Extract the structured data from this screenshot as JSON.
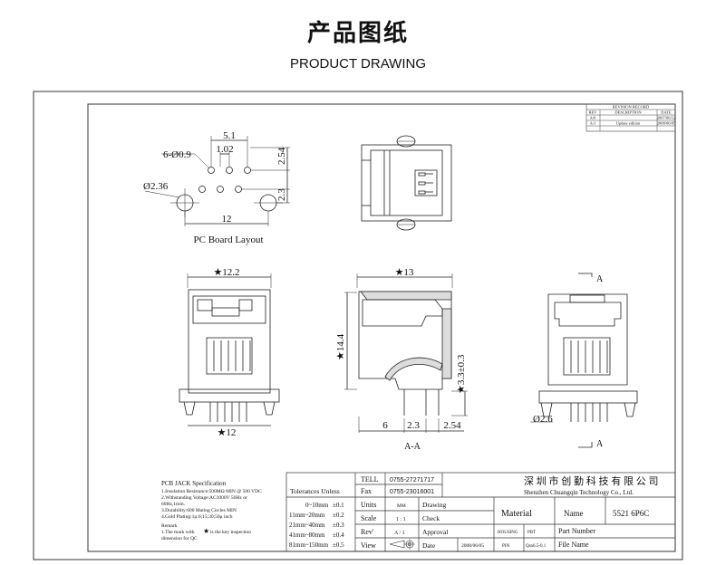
{
  "header": {
    "title_cn": "产品图纸",
    "title_en": "PRODUCT DRAWING"
  },
  "revision": {
    "title": "REVISION RECORD",
    "headers": [
      "REV",
      "DESCRIPTION",
      "DATE"
    ],
    "rows": [
      [
        "A/0",
        "",
        "2007/06/12"
      ],
      [
        "A/1",
        "Update edition",
        "2008/06/05"
      ]
    ]
  },
  "pcb_layout": {
    "dims": {
      "d_51": "5.1",
      "d_102": "1.02",
      "d_holes": "6-Ø0.9",
      "d_254": "2.54",
      "d_236": "Ø2.36",
      "d_23": "2.3",
      "d_12": "12"
    },
    "caption": "PC Board Layout"
  },
  "front_view": {
    "dim_top": "★12.2",
    "dim_bottom": "★12"
  },
  "section_view": {
    "dim_top": "★13",
    "dim_height": "★14.4",
    "dim_side": "★3.3±0.3",
    "dim_6": "6",
    "dim_23": "2.3",
    "dim_254": "2.54",
    "section_label": "A-A"
  },
  "side_view": {
    "marker_a": "A",
    "dim_26": "Ø2.6"
  },
  "spec": {
    "title": "PCB JACK Specification",
    "lines": [
      "1.Insulation Resistance:500MΩ MIN @ 500 VDC",
      "2.Withstanding Voltage:AC1000V 50Hz or",
      "  60Hz,1min.",
      "3.Durability:600 Mating Circles MIN",
      "4.Gold Plating:1μ;6;15;30;50μ inch"
    ],
    "remark_title": "Remark",
    "remark_line1_a": "1.The mark with",
    "remark_star": "★",
    "remark_line1_b": "is the key inspection",
    "remark_line2": "dimension for QC"
  },
  "title_block": {
    "tolerances_label": "Tolerances Unless",
    "tolerances": [
      [
        "0~10mm",
        "±0.1"
      ],
      [
        "11mm~20mm",
        "±0.2"
      ],
      [
        "21mm~40mm",
        "±0.3"
      ],
      [
        "41mm~80mm",
        "±0.4"
      ],
      [
        "81mm~150mm",
        "±0.5"
      ]
    ],
    "tell_label": "TELL",
    "tell_value": "0755-27271717",
    "fax_label": "Fax",
    "fax_value": "0755-23016001",
    "units_label": "Units",
    "units_value": "MM",
    "scale_label": "Scale",
    "scale_value": "1 : 1",
    "rev_label": "Rev'",
    "rev_value": "A / 1",
    "view_label": "View",
    "drawing_label": "Drawing",
    "check_label": "Check",
    "approval_label": "Approval",
    "date_label": "Date",
    "date_value": "2008/06/05",
    "company_cn": "深 圳 市 创 勤 科 技 有 限 公 司",
    "company_en": "Shenzhen Chuangqin Technology Co., Ltd.",
    "material_label": "Material",
    "name_label": "Name",
    "name_value": "5521 6P6C",
    "housing_label": "HOUSING",
    "housing_value": "PBT",
    "pin_label": "PIN",
    "pin_value": "Qsn6.5-0.1",
    "part_number_label": "Part Number",
    "file_name_label": "File Name"
  }
}
